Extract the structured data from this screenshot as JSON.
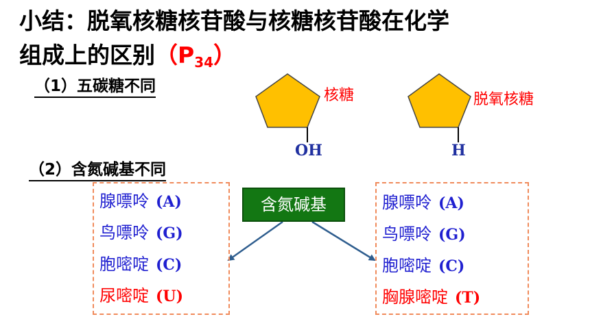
{
  "title": {
    "line1": "小结：脱氧核糖核苷酸与核糖核苷酸在化学",
    "line2": "组成上的区别",
    "ref_open": "（P",
    "ref_sub": "34",
    "ref_close": "）"
  },
  "section1": {
    "label": "（1）五碳糖不同"
  },
  "section2": {
    "label": "（2）含氮碱基不同"
  },
  "ribose": {
    "label": "核糖",
    "group": "OH"
  },
  "deoxyribose": {
    "label": "脱氧核糖",
    "group": "H"
  },
  "center": {
    "label": "含氮碱基"
  },
  "rna_bases": [
    {
      "name": "腺嘌呤",
      "code": "(A)"
    },
    {
      "name": "鸟嘌呤",
      "code": "(G)"
    },
    {
      "name": "胞嘧啶",
      "code": "(C)"
    },
    {
      "name": "尿嘧啶",
      "code": "(U)"
    }
  ],
  "dna_bases": [
    {
      "name": "腺嘌呤",
      "code": "(A)"
    },
    {
      "name": "鸟嘌呤",
      "code": "(G)"
    },
    {
      "name": "胞嘧啶",
      "code": "(C)"
    },
    {
      "name": "胸腺嘧啶",
      "code": "(T)"
    }
  ],
  "colors": {
    "pentagon_fill": "#ffc000",
    "base_text": "#1f1fd0",
    "highlight": "#ff0000",
    "center_fill": "#137713",
    "arrow": "#2e5d8e",
    "box_border": "#f08a5a"
  }
}
